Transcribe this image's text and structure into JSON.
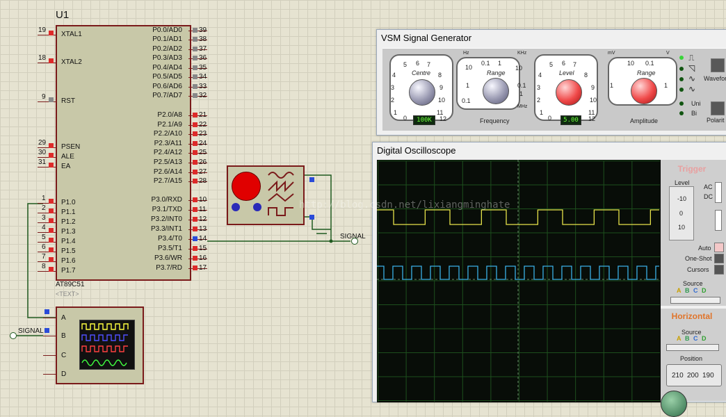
{
  "ic": {
    "ref": "U1",
    "part": "AT89C51",
    "text_tag": "<TEXT>",
    "left_pins": [
      {
        "num": "19",
        "name": "XTAL1"
      },
      {
        "num": "18",
        "name": "XTAL2"
      },
      {
        "num": "9",
        "name": "RST"
      },
      {
        "num": "29",
        "name": "PSEN"
      },
      {
        "num": "30",
        "name": "ALE"
      },
      {
        "num": "31",
        "name": "EA"
      },
      {
        "num": "1",
        "name": "P1.0"
      },
      {
        "num": "2",
        "name": "P1.1"
      },
      {
        "num": "3",
        "name": "P1.2"
      },
      {
        "num": "4",
        "name": "P1.3"
      },
      {
        "num": "5",
        "name": "P1.4"
      },
      {
        "num": "6",
        "name": "P1.5"
      },
      {
        "num": "7",
        "name": "P1.6"
      },
      {
        "num": "8",
        "name": "P1.7"
      }
    ],
    "right_pins": [
      {
        "num": "39",
        "name": "P0.0/AD0"
      },
      {
        "num": "38",
        "name": "P0.1/AD1"
      },
      {
        "num": "37",
        "name": "P0.2/AD2"
      },
      {
        "num": "36",
        "name": "P0.3/AD3"
      },
      {
        "num": "35",
        "name": "P0.4/AD4"
      },
      {
        "num": "34",
        "name": "P0.5/AD5"
      },
      {
        "num": "33",
        "name": "P0.6/AD6"
      },
      {
        "num": "32",
        "name": "P0.7/AD7"
      },
      {
        "num": "21",
        "name": "P2.0/A8"
      },
      {
        "num": "22",
        "name": "P2.1/A9"
      },
      {
        "num": "23",
        "name": "P2.2/A10"
      },
      {
        "num": "24",
        "name": "P2.3/A11"
      },
      {
        "num": "25",
        "name": "P2.4/A12"
      },
      {
        "num": "26",
        "name": "P2.5/A13"
      },
      {
        "num": "27",
        "name": "P2.6/A14"
      },
      {
        "num": "28",
        "name": "P2.7/A15"
      },
      {
        "num": "10",
        "name": "P3.0/RXD"
      },
      {
        "num": "11",
        "name": "P3.1/TXD"
      },
      {
        "num": "12",
        "name": "P3.2/INT0"
      },
      {
        "num": "13",
        "name": "P3.3/INT1"
      },
      {
        "num": "14",
        "name": "P3.4/T0"
      },
      {
        "num": "15",
        "name": "P3.5/T1"
      },
      {
        "num": "16",
        "name": "P3.6/WR"
      },
      {
        "num": "17",
        "name": "P3.7/RD"
      }
    ]
  },
  "net_label": "SIGNAL",
  "scope_component": {
    "channels": [
      "A",
      "B",
      "C",
      "D"
    ]
  },
  "generator_window": {
    "title": "VSM Signal Generator",
    "centre_label": "Centre",
    "centre_scale": [
      "0",
      "1",
      "2",
      "3",
      "4",
      "5",
      "6",
      "7",
      "8",
      "9",
      "10",
      "11",
      "12"
    ],
    "centre_value": "100K",
    "range_label": "Range",
    "freq_range_labels": [
      "Hz",
      "KHz",
      "MHz",
      "10",
      "0.1",
      "1",
      "10",
      "1",
      "0.1",
      "1",
      "0.1"
    ],
    "frequency_label": "Frequency",
    "level_label": "Level",
    "level_value": "5.00",
    "amp_range_labels": [
      "mV",
      "V",
      "10",
      "0.1",
      "1",
      "1"
    ],
    "amplitude_label": "Amplitude",
    "waveform_label": "Wavefor",
    "uni_label": "Uni",
    "bi_label": "Bi",
    "polarity_label": "Polarit"
  },
  "oscilloscope_window": {
    "title": "Digital Oscilloscope",
    "trigger_title": "Trigger",
    "level_label": "Level",
    "level_scale": [
      "-10",
      "0",
      "10"
    ],
    "ac_label": "AC",
    "dc_label": "DC",
    "auto_label": "Auto",
    "oneshot_label": "One-Shot",
    "cursors_label": "Cursors",
    "source_label": "Source",
    "source_channels": [
      "A",
      "B",
      "C",
      "D"
    ],
    "horizontal_title": "Horizontal",
    "h_source_label": "Source",
    "position_label": "Position",
    "position_scale": [
      "210",
      "200",
      "190"
    ],
    "colors": {
      "trace_a": "#e6e24a",
      "trace_b": "#3ab0e6",
      "accent": "#e0742a"
    }
  },
  "watermark": "http://blog.csdn.net/lixiangminghate"
}
